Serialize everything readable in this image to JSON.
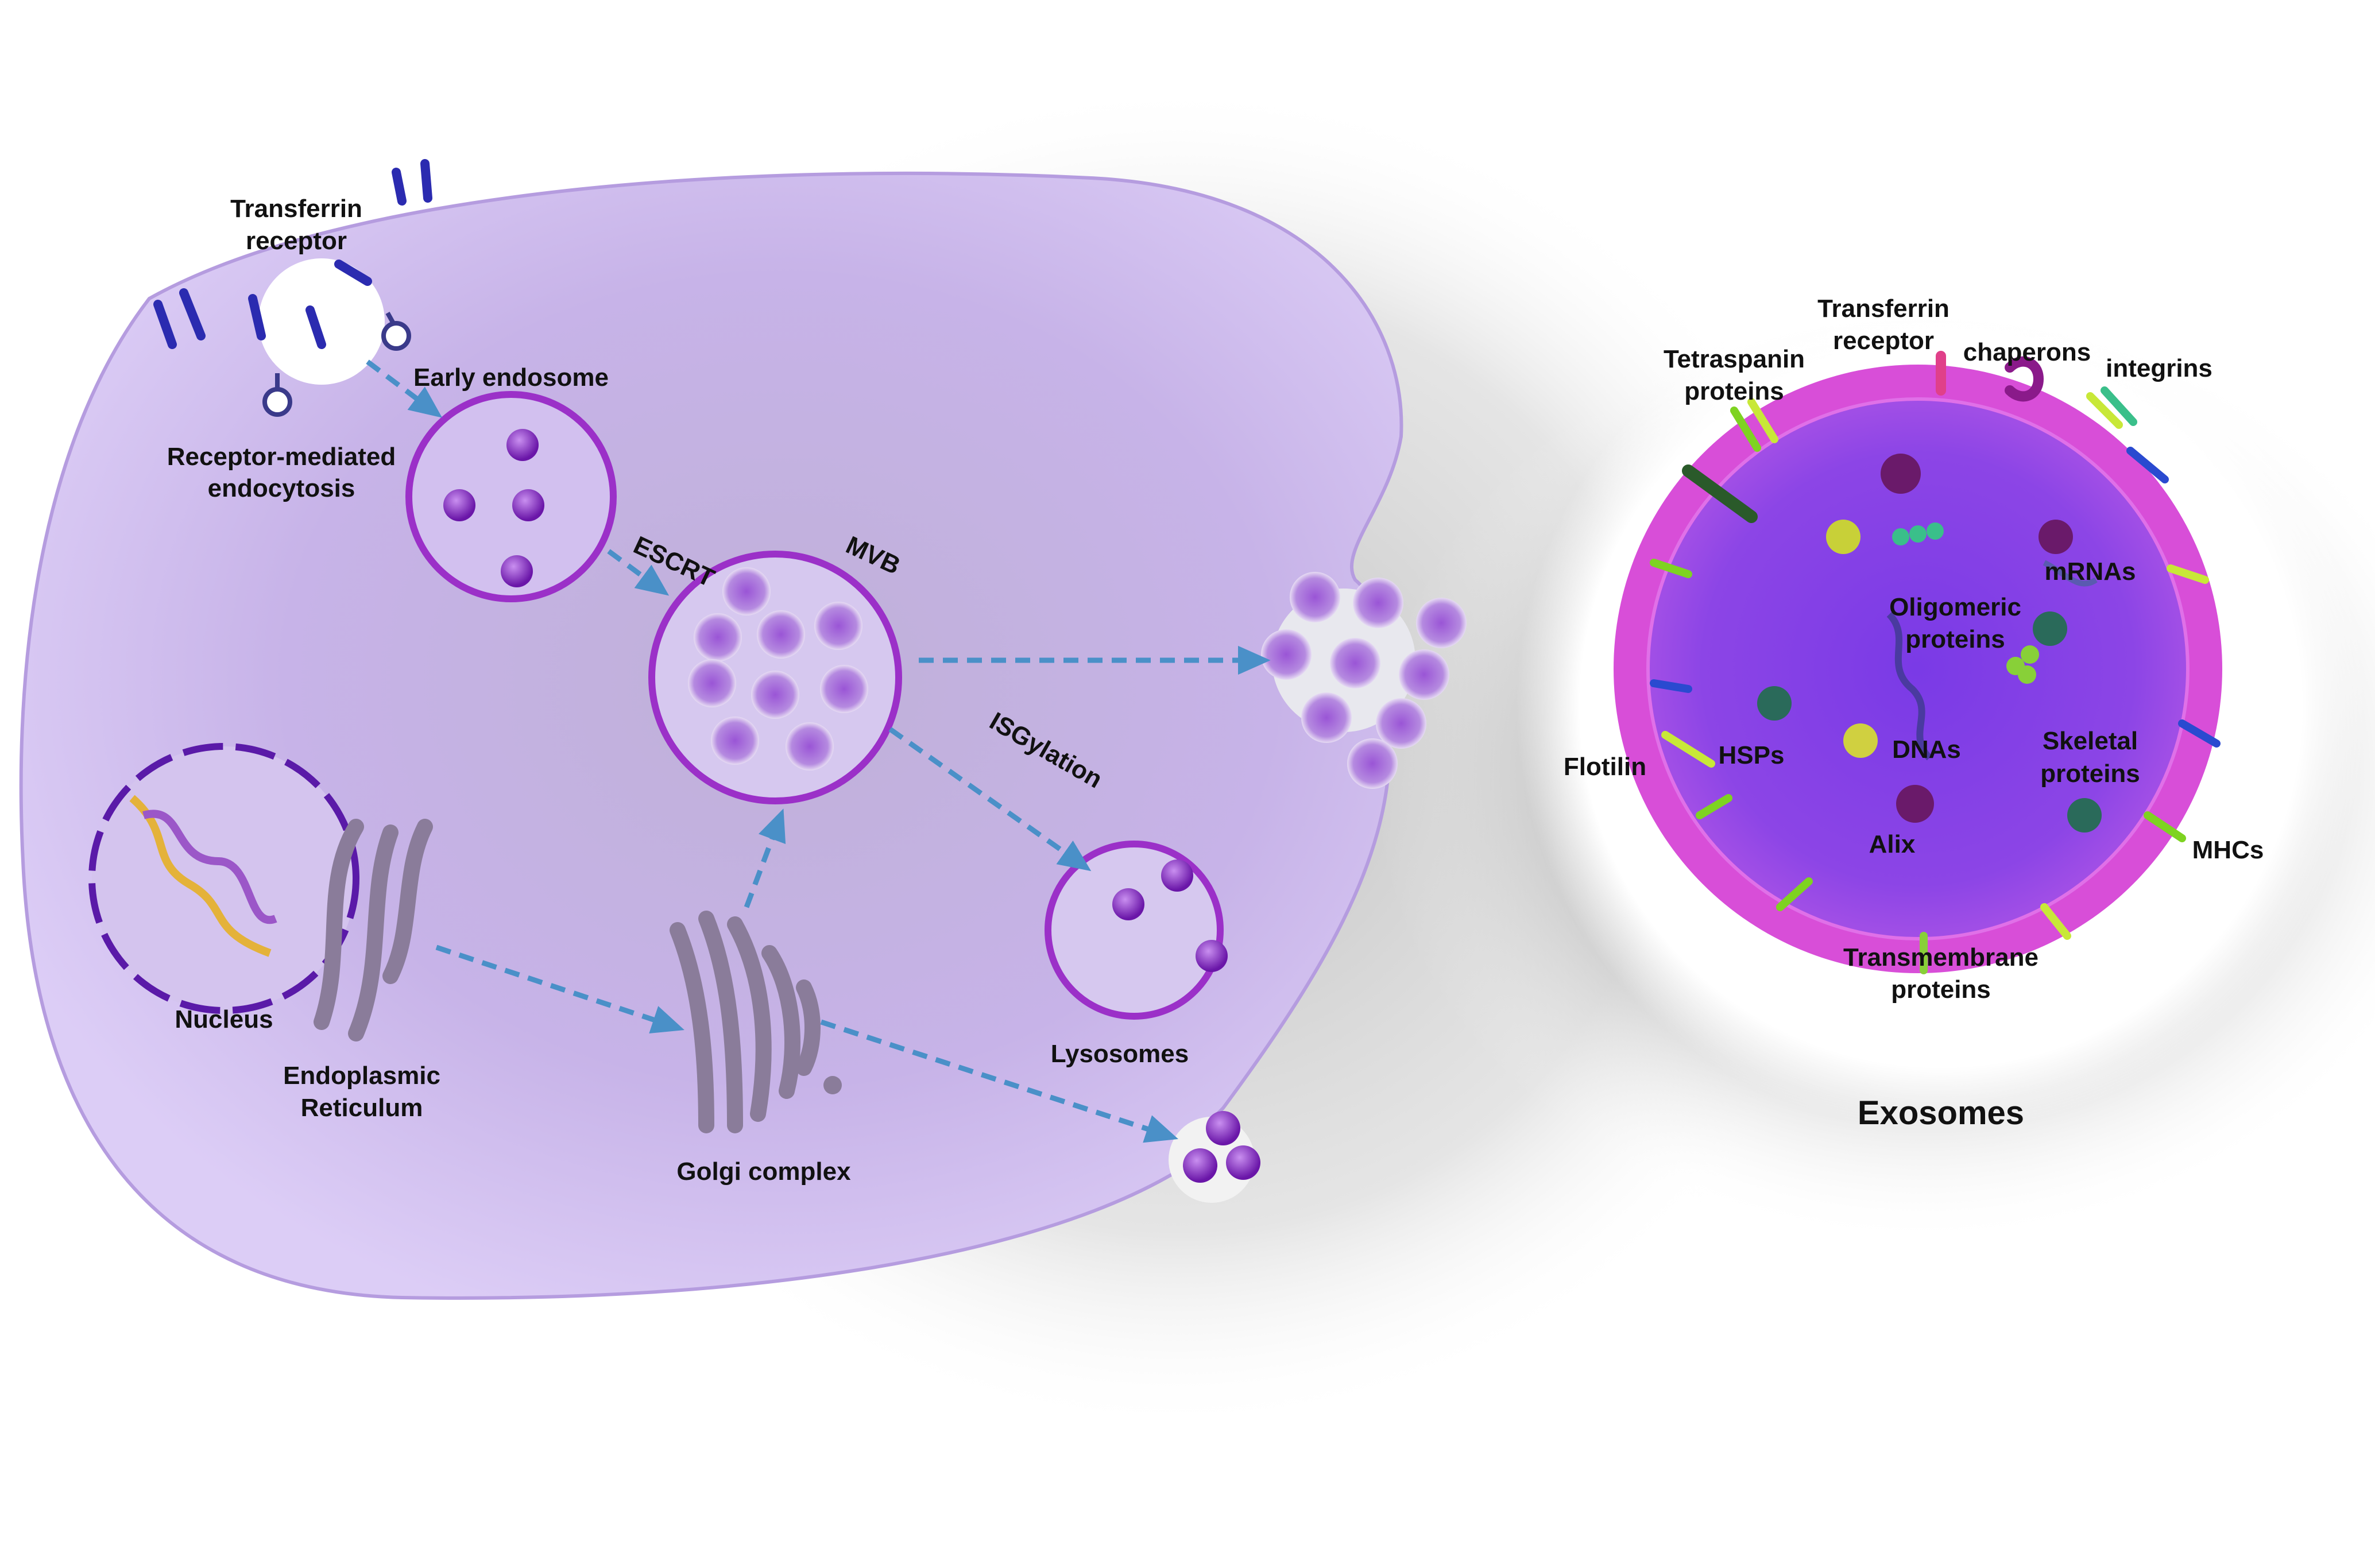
{
  "cell_labels": {
    "transferrin_receptor_1": "Transferrin",
    "transferrin_receptor_2": "receptor",
    "early_endosome": "Early endosome",
    "receptor_mediated_1": "Receptor-mediated",
    "receptor_mediated_2": "endocytosis",
    "escrt": "ESCRT",
    "mvb": "MVB",
    "isgylation": "ISGylation",
    "lysosomes": "Lysosomes",
    "nucleus": "Nucleus",
    "er_1": "Endoplasmic",
    "er_2": "Reticulum",
    "golgi": "Golgi complex"
  },
  "exosome_labels": {
    "transferrin_receptor_1": "Transferrin",
    "transferrin_receptor_2": "receptor",
    "tetraspanin_1": "Tetraspanin",
    "tetraspanin_2": "proteins",
    "chaperons": "chaperons",
    "integrins": "integrins",
    "mrnas": "mRNAs",
    "oligomeric_1": "Oligomeric",
    "oligomeric_2": "proteins",
    "flotilin": "Flotilin",
    "hsps": "HSPs",
    "dnas": "DNAs",
    "skeletal_1": "Skeletal",
    "skeletal_2": "proteins",
    "alix": "Alix",
    "mhcs": "MHCs",
    "transmembrane_1": "Transmembrane",
    "transmembrane_2": "proteins",
    "title": "Exosomes"
  },
  "colors": {
    "cell_fill": "#c9b6ea",
    "cell_membrane": "#a98bd6",
    "vesicle_ring": "#9b30c8",
    "vesicle_dot": "#7a1fb0",
    "arrow": "#4a90c8",
    "receptor": "#2b2bb0",
    "exosome_membrane": "#d040d8",
    "exosome_core": "#8a3ee0",
    "protein_green": "#7ed321"
  }
}
